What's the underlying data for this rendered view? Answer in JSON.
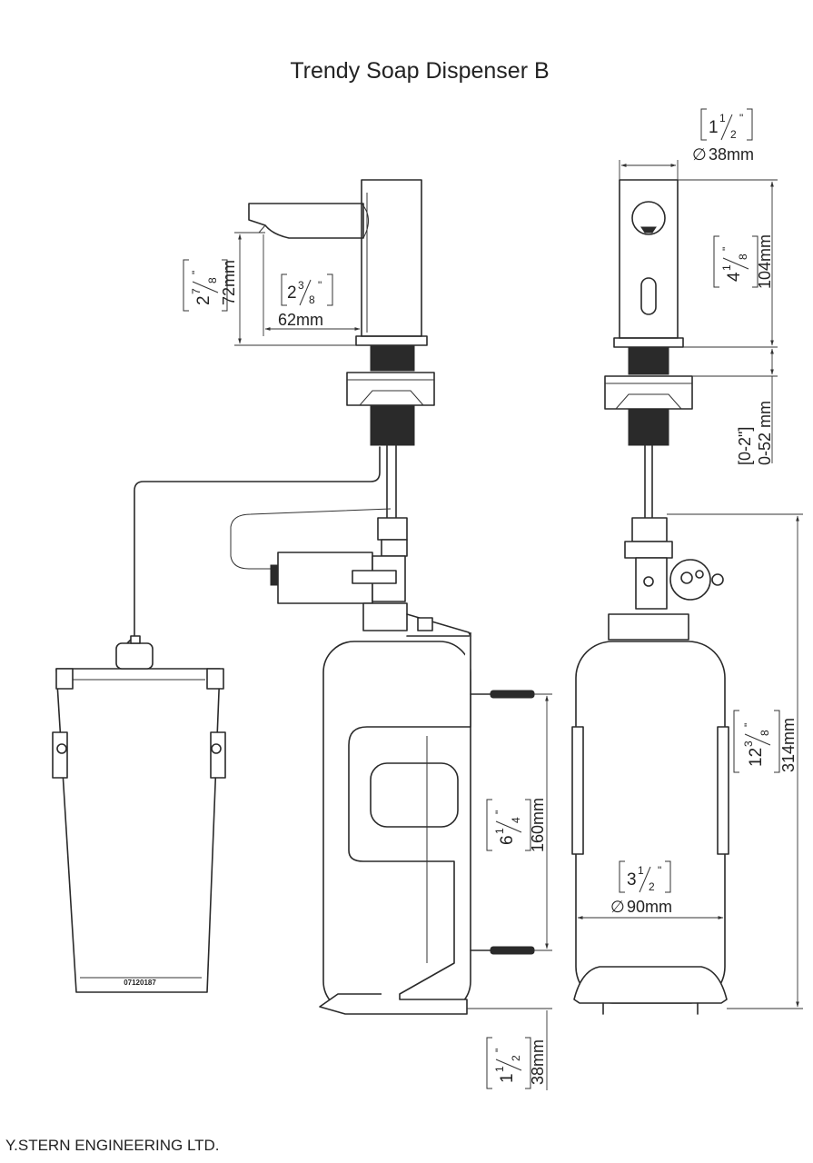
{
  "title": "Trendy Soap Dispenser B",
  "footer": "Y.STERN ENGINEERING LTD.",
  "part_code": "07120187",
  "dimensions": {
    "spout_reach": {
      "mm": "62mm",
      "whole": "2",
      "num": "3",
      "den": "8",
      "inch": "\""
    },
    "spout_height": {
      "mm": "72mm",
      "whole": "2",
      "num": "7",
      "den": "8",
      "inch": "\""
    },
    "head_diameter": {
      "mm": "38mm",
      "diameter_symbol": "∅",
      "whole": "1",
      "num": "1",
      "den": "2",
      "inch": "\""
    },
    "head_height": {
      "mm": "104mm",
      "whole": "4",
      "num": "1",
      "den": "8",
      "inch": "\""
    },
    "deck_thickness": {
      "mm": "0-52 mm",
      "inch_range": "[0-2\"]"
    },
    "total_height": {
      "mm": "314mm",
      "whole": "12",
      "num": "3",
      "den": "8",
      "inch": "\""
    },
    "bracket_spacing": {
      "mm": "160mm",
      "whole": "6",
      "num": "1",
      "den": "4",
      "inch": "\""
    },
    "bottle_diameter": {
      "mm": "90mm",
      "diameter_symbol": "∅",
      "whole": "3",
      "num": "1",
      "den": "2",
      "inch": "\""
    },
    "bottom_clearance": {
      "mm": "38mm",
      "whole": "1",
      "num": "1",
      "den": "2",
      "inch": "\""
    }
  }
}
